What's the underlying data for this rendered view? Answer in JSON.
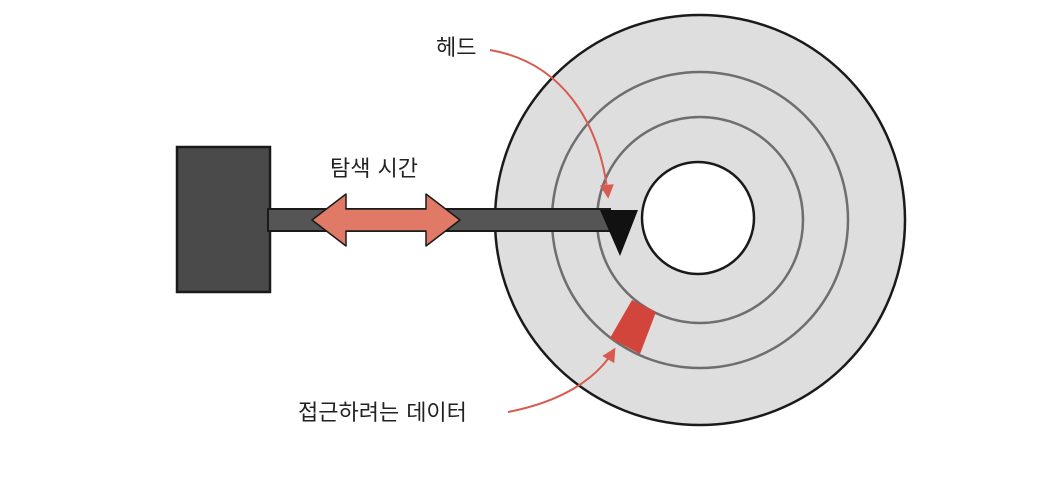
{
  "labels": {
    "head": "헤드",
    "seek_time": "탐색 시간",
    "target_data": "접근하려는 데이터"
  },
  "colors": {
    "platter": "#dedede",
    "outline": "#1a1a1a",
    "track": "#6e6e6e",
    "actuator_block": "#4a4a4a",
    "arm": "#555555",
    "head": "#111111",
    "seek_arrow": "#e07a66",
    "data_sector": "#d2453a",
    "annotation_arrow": "#d85a50",
    "text": "#222222"
  }
}
